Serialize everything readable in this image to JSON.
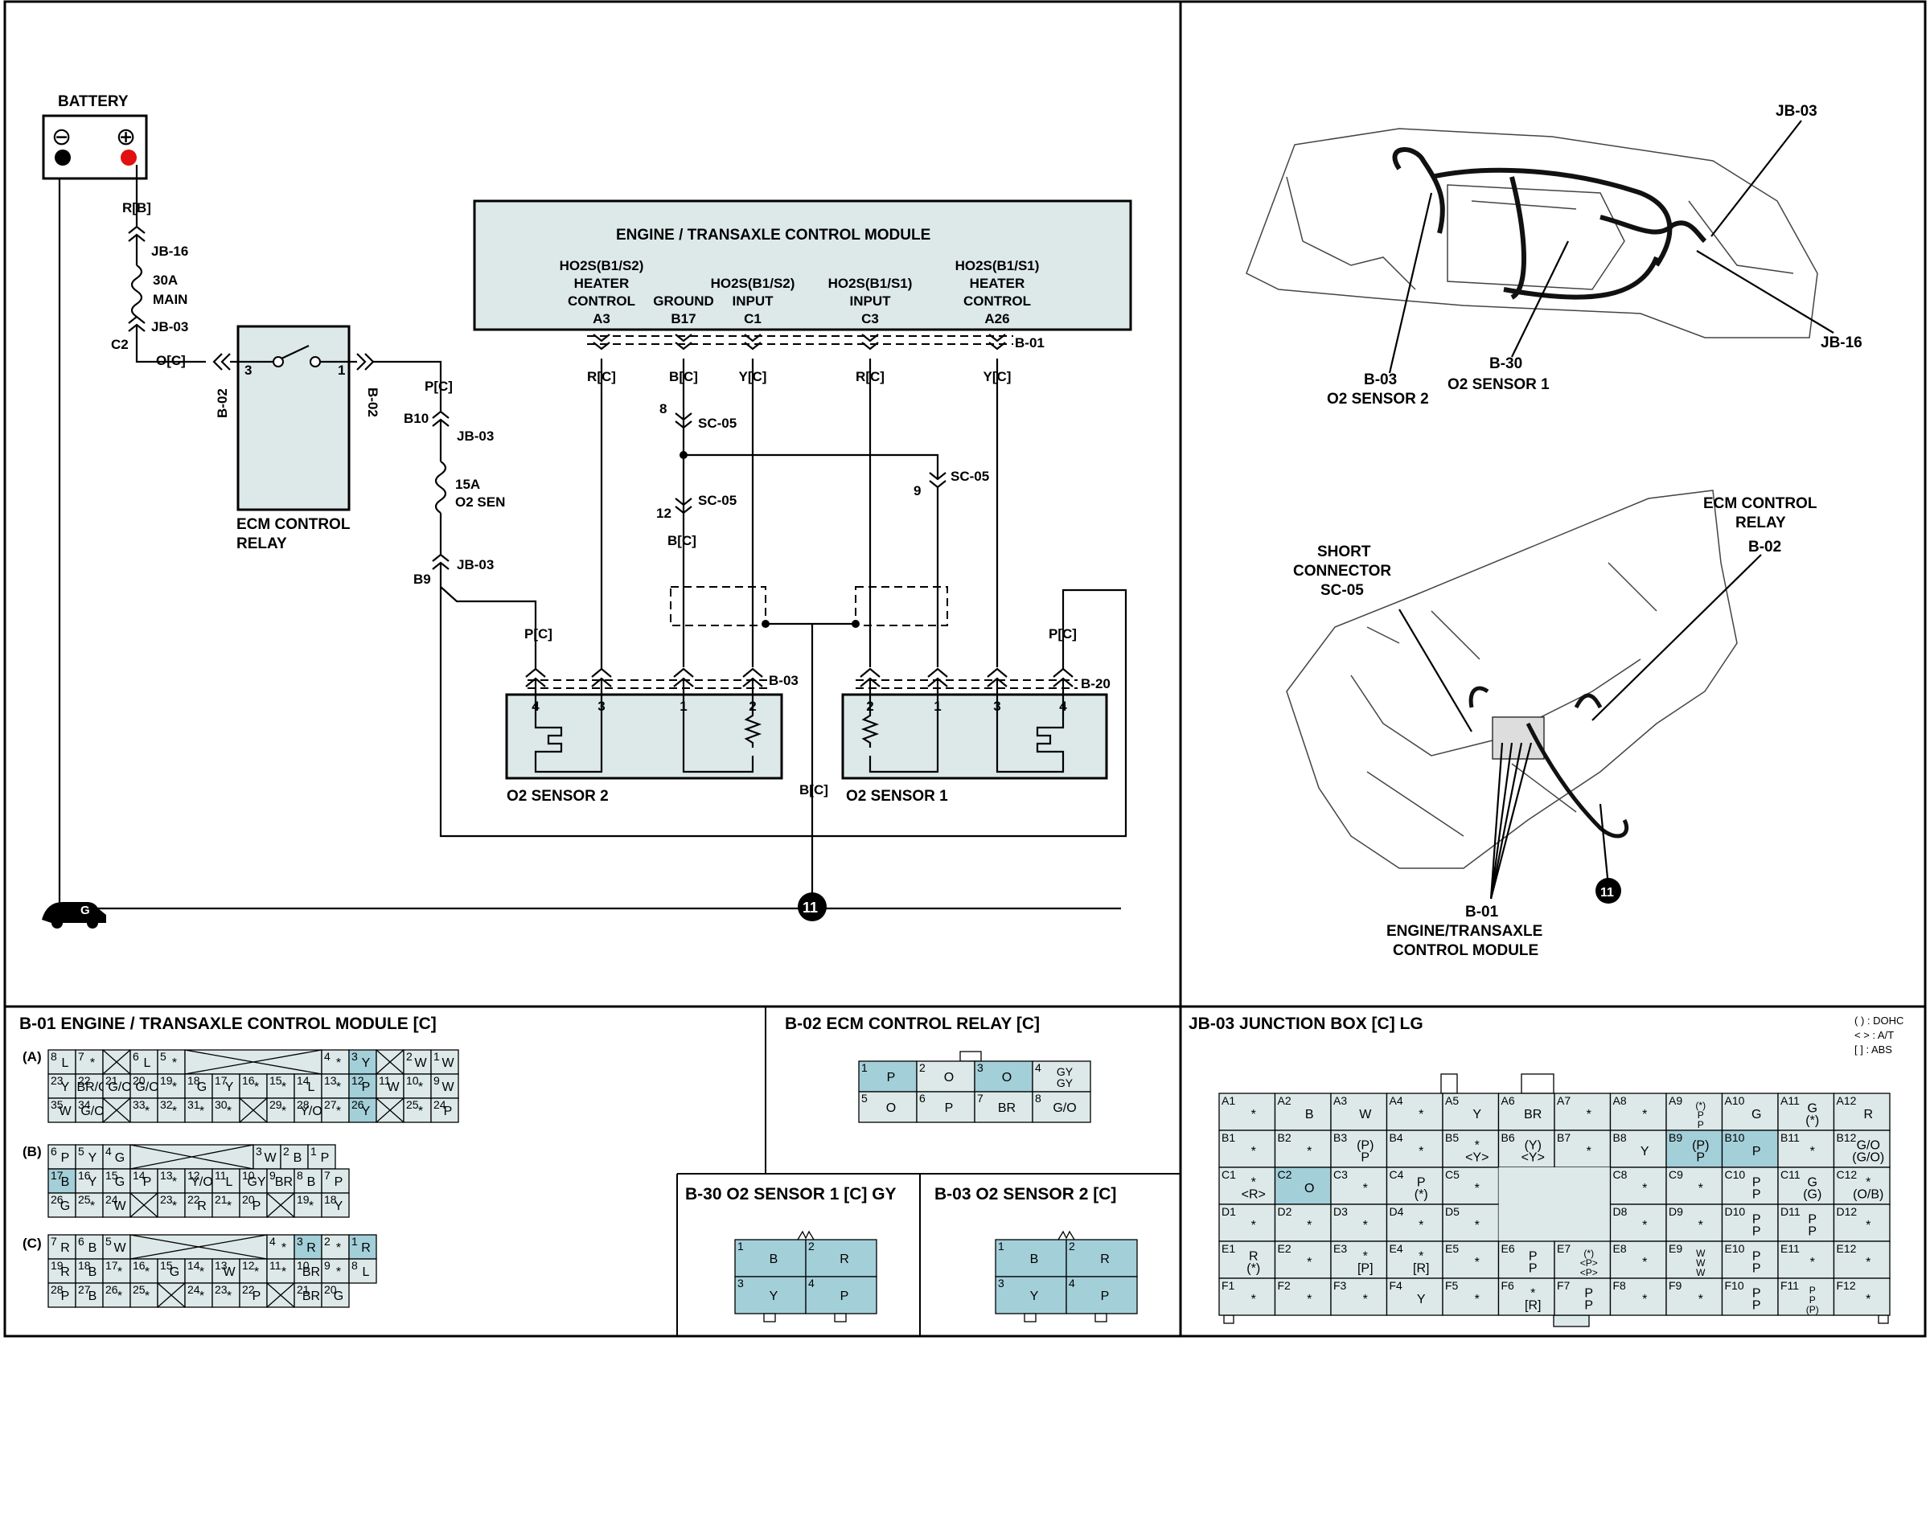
{
  "schematic": {
    "battery": {
      "label": "BATTERY",
      "neg": "⊖",
      "pos": "⊕"
    },
    "battery_wire": "R[B]",
    "jb16": "JB-16",
    "fuse_main": [
      "30A",
      "MAIN"
    ],
    "jb03": "JB-03",
    "c2": "C2",
    "relay_in_wire": "O[C]",
    "b02": "B-02",
    "relay_pin3": "3",
    "relay_pin1": "1",
    "relay_label": [
      "ECM CONTROL",
      "RELAY"
    ],
    "relay_out_wire": "P[C]",
    "b10": "B10",
    "fuse_o2": [
      "15A",
      "O2 SEN"
    ],
    "b9": "B9",
    "ecm_title": "ENGINE / TRANSAXLE CONTROL MODULE",
    "ecm_pins": [
      {
        "lines": [
          "HO2S(B1/S2)",
          "HEATER",
          "CONTROL"
        ],
        "pin": "A3",
        "wire": "R[C]"
      },
      {
        "lines": [
          "GROUND"
        ],
        "pin": "B17",
        "wire": "B[C]"
      },
      {
        "lines": [
          "HO2S(B1/S2)",
          "INPUT"
        ],
        "pin": "C1",
        "wire": "Y[C]"
      },
      {
        "lines": [
          "HO2S(B1/S1)",
          "INPUT"
        ],
        "pin": "C3",
        "wire": "R[C]"
      },
      {
        "lines": [
          "HO2S(B1/S1)",
          "HEATER",
          "CONTROL"
        ],
        "pin": "A26",
        "wire": "Y[C]"
      }
    ],
    "b01": "B-01",
    "sc05": "SC-05",
    "sc_pins": [
      "8",
      "12",
      "9"
    ],
    "sc_wire": "B[C]",
    "sensor2": {
      "label": "O2 SENSOR 2",
      "conn": "B-03",
      "pins": [
        "4",
        "3",
        "1",
        "2"
      ],
      "wire": "P[C]"
    },
    "sensor1": {
      "label": "O2 SENSOR 1",
      "conn": "B-20",
      "pins": [
        "2",
        "1",
        "3",
        "4"
      ],
      "wire": "P[C]"
    },
    "gnd_wire": "B[C]",
    "ground_id": "11",
    "ground_g": "G"
  },
  "locator": {
    "top": {
      "jb03": "JB-03",
      "jb16": "JB-16",
      "b03": [
        "B-03",
        "O2 SENSOR 2"
      ],
      "b30": [
        "B-30",
        "O2 SENSOR 1"
      ]
    },
    "bottom": {
      "relay": [
        "ECM CONTROL",
        "RELAY",
        "B-02"
      ],
      "sc": [
        "SHORT",
        "CONNECTOR",
        "SC-05"
      ],
      "ecm": [
        "B-01",
        "ENGINE/TRANSAXLE",
        "CONTROL MODULE"
      ],
      "ground": "11"
    }
  },
  "connectors": {
    "b01": {
      "title": "B-01 ENGINE / TRANSAXLE CONTROL MODULE [C]",
      "groups": [
        "(A)",
        "(B)",
        "(C)"
      ],
      "a_rows": [
        [
          [
            "8",
            "L"
          ],
          [
            "7",
            "*"
          ],
          [
            "x",
            ""
          ],
          [
            "6",
            "L"
          ],
          [
            "5",
            "*"
          ],
          [
            "X",
            ""
          ],
          [
            "4",
            "*"
          ],
          [
            "3",
            "Y"
          ],
          [
            "x",
            ""
          ],
          [
            "2",
            "W"
          ],
          [
            "1",
            "W"
          ]
        ],
        [
          [
            "23",
            "Y"
          ],
          [
            "22",
            "BR/O"
          ],
          [
            "21",
            "G/O"
          ],
          [
            "20",
            "G/O"
          ],
          [
            "19",
            "*"
          ],
          [
            "18",
            "G"
          ],
          [
            "17",
            "Y"
          ],
          [
            "16",
            "*"
          ],
          [
            "15",
            "*"
          ],
          [
            "14",
            "L"
          ],
          [
            "13",
            "*"
          ],
          [
            "12",
            "P"
          ],
          [
            "11",
            "W"
          ],
          [
            "10",
            "*"
          ],
          [
            "9",
            "W"
          ]
        ],
        [
          [
            "35",
            "W"
          ],
          [
            "34",
            "G/O"
          ],
          [
            "x",
            ""
          ],
          [
            "33",
            "*"
          ],
          [
            "32",
            "*"
          ],
          [
            "31",
            "*"
          ],
          [
            "30",
            "*"
          ],
          [
            "x",
            ""
          ],
          [
            "29",
            "*"
          ],
          [
            "28",
            "Y/O"
          ],
          [
            "27",
            "*"
          ],
          [
            "26",
            "Y"
          ],
          [
            "x",
            ""
          ],
          [
            "25",
            "*"
          ],
          [
            "24",
            "P"
          ]
        ]
      ],
      "b_rows": [
        [
          [
            "6",
            "P"
          ],
          [
            "5",
            "Y"
          ],
          [
            "4",
            "G"
          ],
          [
            "X",
            ""
          ],
          [
            "3",
            "W"
          ],
          [
            "2",
            "B"
          ],
          [
            "1",
            "P"
          ]
        ],
        [
          [
            "17",
            "B"
          ],
          [
            "16",
            "Y"
          ],
          [
            "15",
            "G"
          ],
          [
            "14",
            "P"
          ],
          [
            "13",
            "*"
          ],
          [
            "12",
            "Y/O"
          ],
          [
            "11",
            "L"
          ],
          [
            "10",
            "GY"
          ],
          [
            "9",
            "BR"
          ],
          [
            "8",
            "B"
          ],
          [
            "7",
            "P"
          ]
        ],
        [
          [
            "26",
            "G"
          ],
          [
            "25",
            "*"
          ],
          [
            "24",
            "W"
          ],
          [
            "x",
            ""
          ],
          [
            "23",
            "*"
          ],
          [
            "22",
            "R"
          ],
          [
            "21",
            "*"
          ],
          [
            "20",
            "P"
          ],
          [
            "x",
            ""
          ],
          [
            "19",
            "*"
          ],
          [
            "18",
            "Y"
          ]
        ]
      ],
      "c_rows": [
        [
          [
            "7",
            "R"
          ],
          [
            "6",
            "B"
          ],
          [
            "5",
            "W"
          ],
          [
            "X",
            ""
          ],
          [
            "4",
            "*"
          ],
          [
            "3",
            "R"
          ],
          [
            "2",
            "*"
          ],
          [
            "1",
            "R"
          ]
        ],
        [
          [
            "19",
            "R"
          ],
          [
            "18",
            "B"
          ],
          [
            "17",
            "*"
          ],
          [
            "16",
            "*"
          ],
          [
            "15",
            "G"
          ],
          [
            "14",
            "*"
          ],
          [
            "13",
            "W"
          ],
          [
            "12",
            "*"
          ],
          [
            "11",
            "*"
          ],
          [
            "10",
            "BR"
          ],
          [
            "9",
            "*"
          ],
          [
            "8",
            "L"
          ]
        ],
        [
          [
            "28",
            "P"
          ],
          [
            "27",
            "B"
          ],
          [
            "26",
            "*"
          ],
          [
            "25",
            "*"
          ],
          [
            "x",
            ""
          ],
          [
            "24",
            "*"
          ],
          [
            "23",
            "*"
          ],
          [
            "22",
            "P"
          ],
          [
            "x",
            ""
          ],
          [
            "21",
            "BR"
          ],
          [
            "20",
            "G"
          ]
        ]
      ]
    },
    "b02": {
      "title": "B-02 ECM CONTROL RELAY [C]",
      "top": [
        [
          "1",
          "P"
        ],
        [
          "2",
          "O"
        ],
        [
          "3",
          "O"
        ],
        [
          "4",
          "GY GY"
        ]
      ],
      "bottom": [
        [
          "5",
          "O"
        ],
        [
          "6",
          "P"
        ],
        [
          "7",
          "BR"
        ],
        [
          "8",
          "G/O"
        ]
      ]
    },
    "b30": {
      "title": "B-30 O2 SENSOR 1 [C] GY",
      "cells": [
        [
          "1",
          "B"
        ],
        [
          "2",
          "R"
        ],
        [
          "3",
          "Y"
        ],
        [
          "4",
          "P"
        ]
      ]
    },
    "b03": {
      "title": "B-03 O2 SENSOR 2 [C]",
      "cells": [
        [
          "1",
          "B"
        ],
        [
          "2",
          "R"
        ],
        [
          "3",
          "Y"
        ],
        [
          "4",
          "P"
        ]
      ]
    },
    "jb03": {
      "title": "JB-03 JUNCTION BOX [C] LG",
      "legend": [
        "(    ) : DOHC",
        "<    > : A/T",
        "[    ] : ABS"
      ],
      "rows": [
        [
          [
            "A1",
            "*"
          ],
          [
            "A2",
            "B"
          ],
          [
            "A3",
            "W"
          ],
          [
            "A4",
            "*"
          ],
          [
            "A5",
            "Y"
          ],
          [
            "A6",
            "BR"
          ],
          [
            "A7",
            "*"
          ],
          [
            "A8",
            "*"
          ],
          [
            "A9",
            "(*) P P"
          ],
          [
            "A10",
            "G"
          ],
          [
            "A11",
            "G (*)"
          ],
          [
            "A12",
            "R"
          ]
        ],
        [
          [
            "B1",
            "*"
          ],
          [
            "B2",
            "*"
          ],
          [
            "B3",
            "(P) P"
          ],
          [
            "B4",
            "*"
          ],
          [
            "B5",
            "* <Y>"
          ],
          [
            "B6",
            "(Y) <Y>"
          ],
          [
            "B7",
            "*"
          ],
          [
            "B8",
            "Y"
          ],
          [
            "B9",
            "(P) P"
          ],
          [
            "B10",
            "P"
          ],
          [
            "B11",
            "*"
          ],
          [
            "B12",
            "G/O (G/O)"
          ]
        ],
        [
          [
            "C1",
            "* <R>"
          ],
          [
            "C2",
            "O"
          ],
          [
            "C3",
            "*"
          ],
          [
            "C4",
            "P (*)"
          ],
          [
            "C5",
            "*"
          ],
          [
            "",
            ""
          ],
          [
            "",
            ""
          ],
          [
            "C8",
            "*"
          ],
          [
            "C9",
            "*"
          ],
          [
            "C10",
            "P P"
          ],
          [
            "C11",
            "G (G)"
          ],
          [
            "C12",
            "* (O/B)"
          ]
        ],
        [
          [
            "D1",
            "*"
          ],
          [
            "D2",
            "*"
          ],
          [
            "D3",
            "*"
          ],
          [
            "D4",
            "*"
          ],
          [
            "D5",
            "*"
          ],
          [
            "",
            ""
          ],
          [
            "",
            ""
          ],
          [
            "D8",
            "*"
          ],
          [
            "D9",
            "*"
          ],
          [
            "D10",
            "P P"
          ],
          [
            "D11",
            "P P"
          ],
          [
            "D12",
            "*"
          ]
        ],
        [
          [
            "E1",
            "R (*)"
          ],
          [
            "E2",
            "*"
          ],
          [
            "E3",
            "* [P]"
          ],
          [
            "E4",
            "* [R]"
          ],
          [
            "E5",
            "*"
          ],
          [
            "E6",
            "P P"
          ],
          [
            "E7",
            "(*) <P> <P>"
          ],
          [
            "E8",
            "*"
          ],
          [
            "E9",
            "W W W"
          ],
          [
            "E10",
            "P P"
          ],
          [
            "E11",
            "*"
          ],
          [
            "E12",
            "*"
          ]
        ],
        [
          [
            "F1",
            "*"
          ],
          [
            "F2",
            "*"
          ],
          [
            "F3",
            "*"
          ],
          [
            "F4",
            "Y"
          ],
          [
            "F5",
            "*"
          ],
          [
            "F6",
            "* [R]"
          ],
          [
            "F7",
            "P P"
          ],
          [
            "F8",
            "*"
          ],
          [
            "F9",
            "*"
          ],
          [
            "F10",
            "P P"
          ],
          [
            "F11",
            "P P (P)"
          ],
          [
            "F12",
            "*"
          ]
        ]
      ]
    }
  }
}
